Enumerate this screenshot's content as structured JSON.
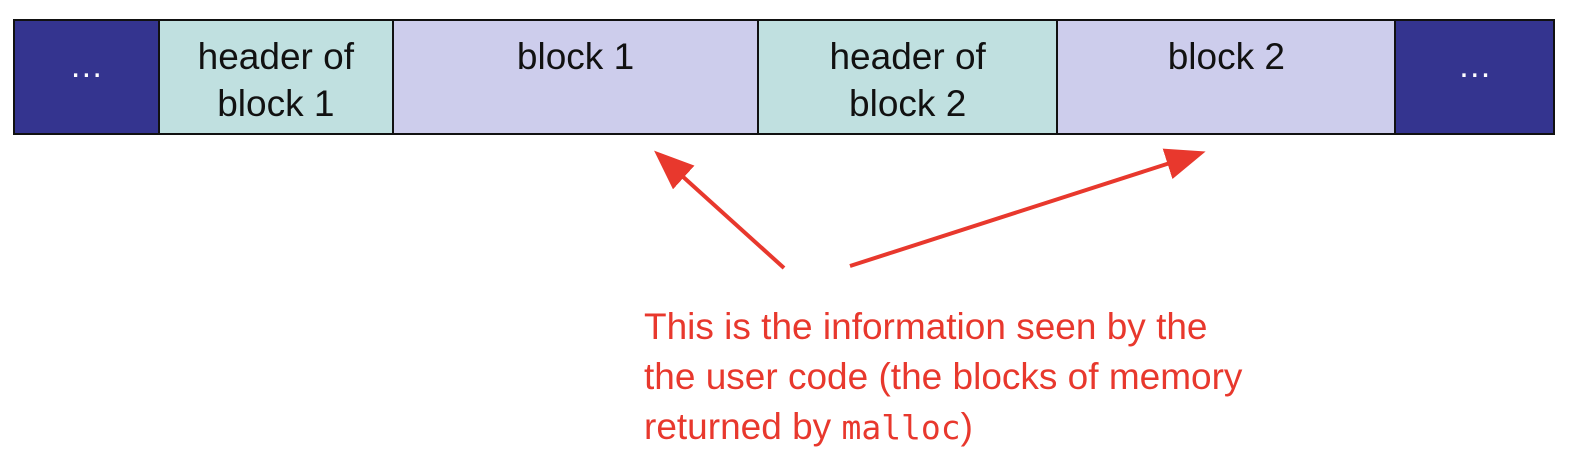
{
  "colors": {
    "ellipsis": "#34348f",
    "header": "#c0e0e0",
    "block": "#cdcdec",
    "border": "#111111",
    "annotation": "#e8382d"
  },
  "segments": [
    {
      "kind": "ellipsis",
      "label": "…"
    },
    {
      "kind": "header",
      "label": "header of\nblock 1"
    },
    {
      "kind": "block",
      "label": "block 1"
    },
    {
      "kind": "header",
      "label": "header of\nblock 2"
    },
    {
      "kind": "block",
      "label": "block 2"
    },
    {
      "kind": "ellipsis",
      "label": "…"
    }
  ],
  "caption": {
    "line1": "This is the information seen by the",
    "line2": "the user code (the blocks of memory",
    "line3_prefix": "returned by ",
    "line3_code": "malloc",
    "line3_suffix": ")"
  }
}
